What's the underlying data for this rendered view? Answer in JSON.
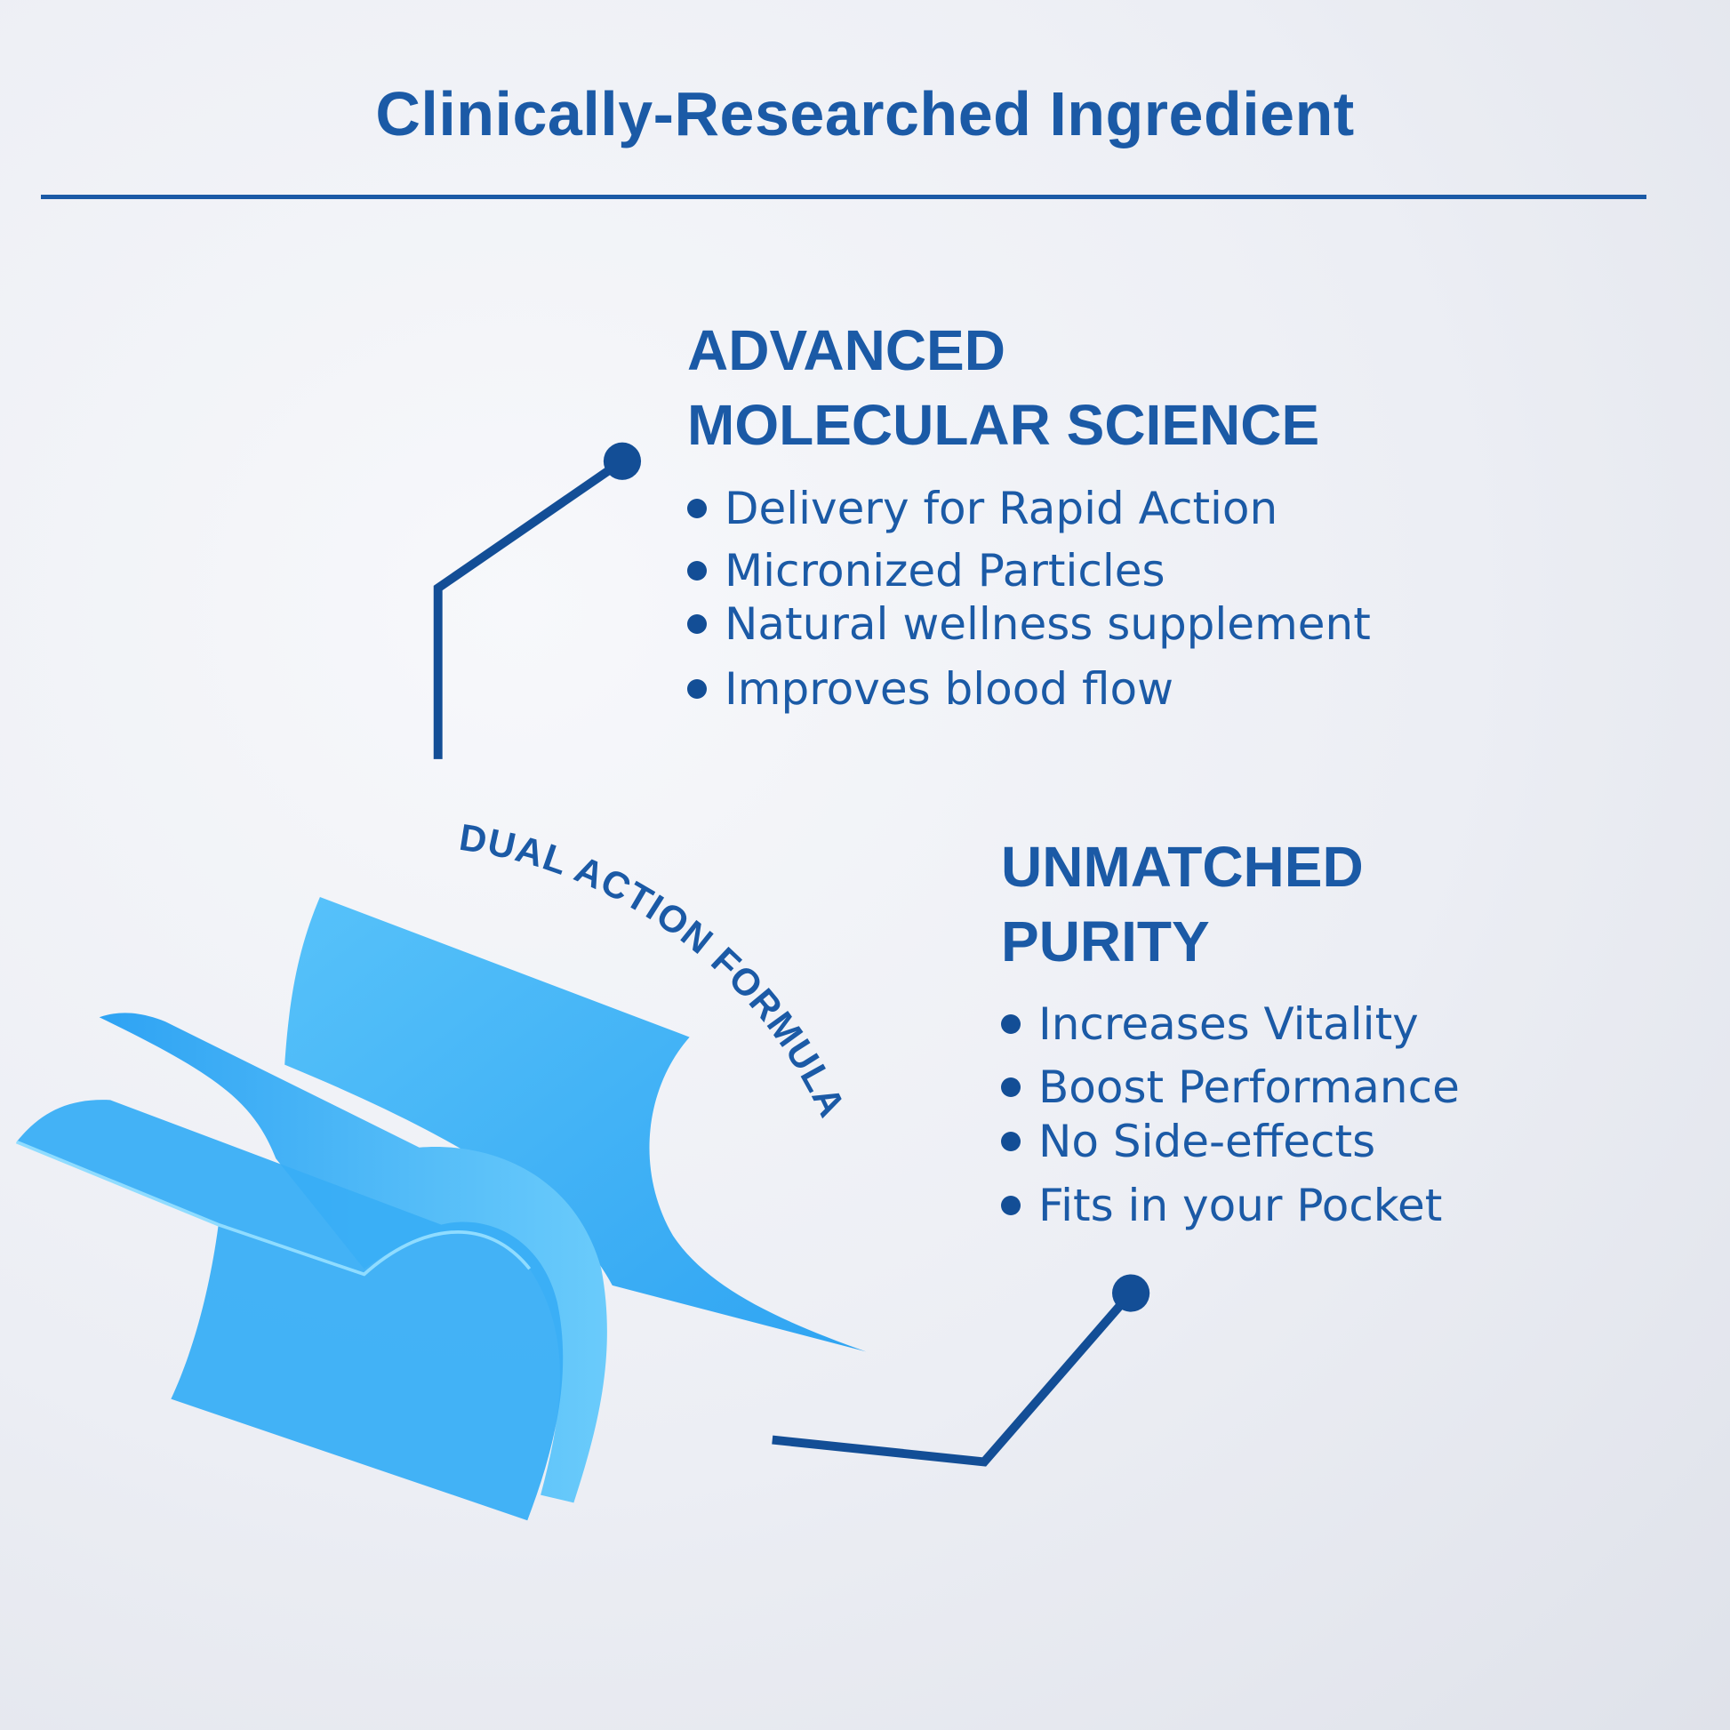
{
  "title": "Clinically-Researched Ingredient",
  "section1": {
    "heading": [
      "ADVANCED",
      "MOLECULAR SCIENCE"
    ],
    "bullets": [
      "Delivery for Rapid Action",
      "Micronized Particles",
      "Natural wellness supplement",
      "Improves blood flow"
    ]
  },
  "section2": {
    "heading": [
      "UNMATCHED",
      "PURITY"
    ],
    "bullets": [
      "Increases Vitality",
      "Boost Performance",
      "No Side-effects",
      "Fits in your Pocket"
    ]
  },
  "badge_text": "DUAL ACTION FORMULA",
  "colors": {
    "primary": "#1b5aa6",
    "connector": "#134e96",
    "strip": "#4fb8f5"
  }
}
